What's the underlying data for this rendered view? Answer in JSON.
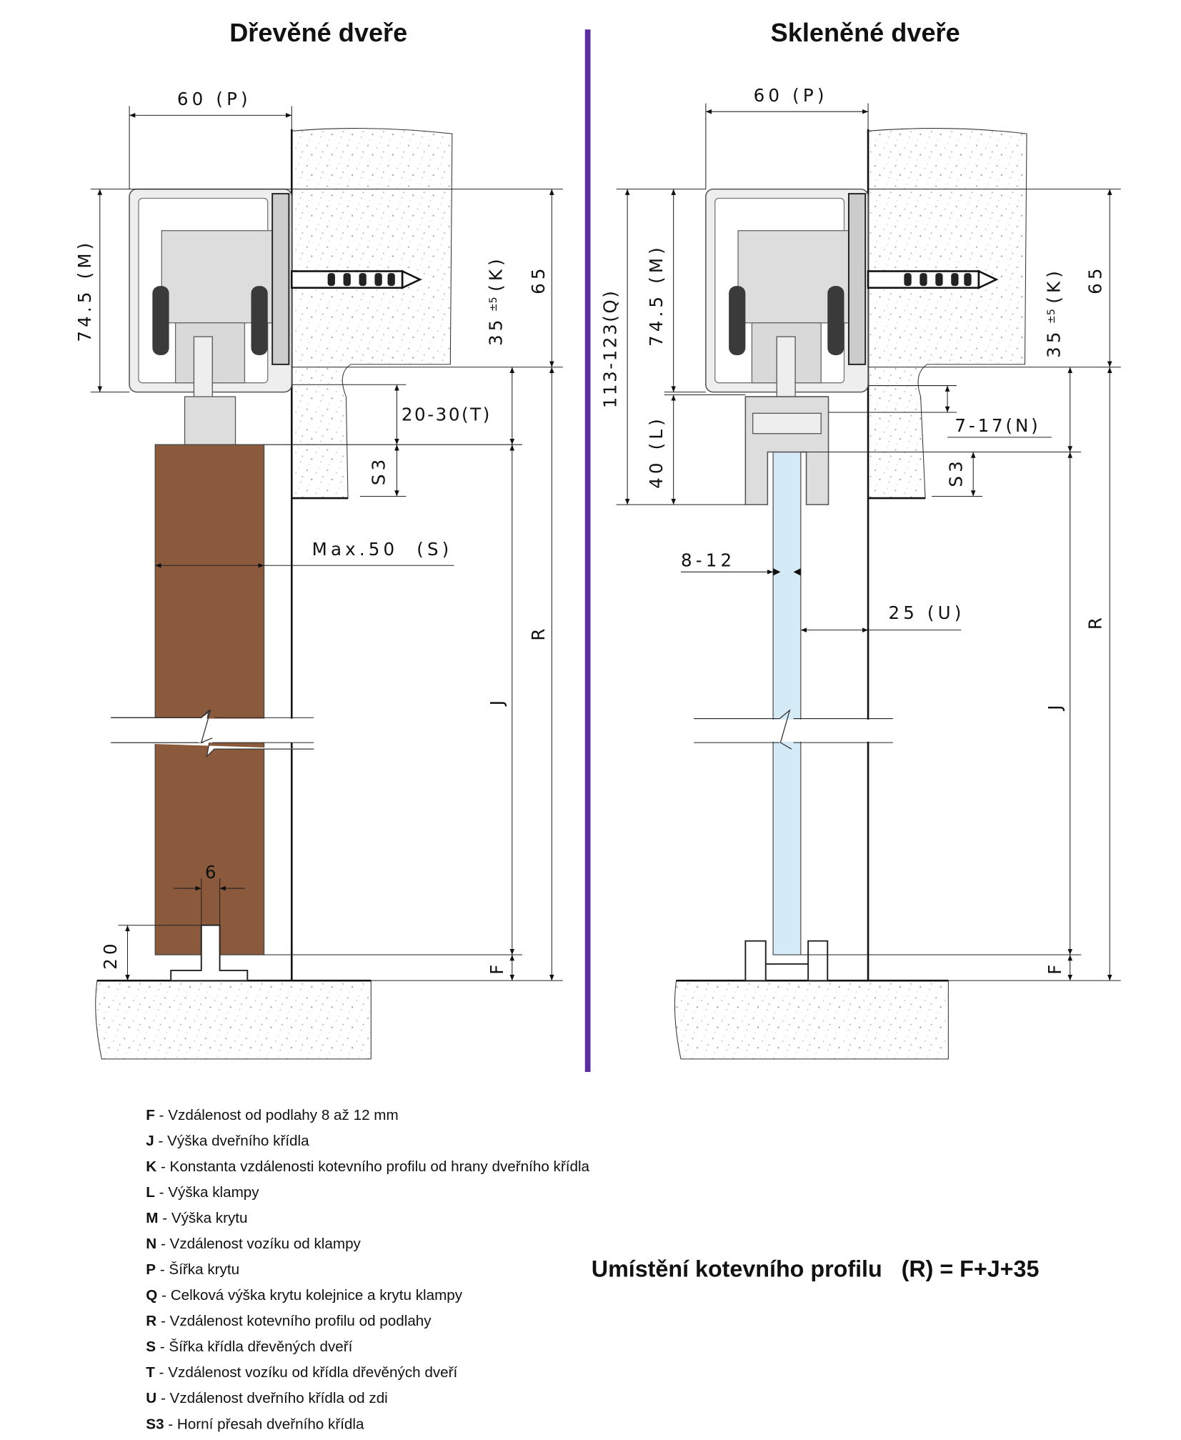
{
  "titles": {
    "wood": "Dřevěné dveře",
    "glass": "Skleněné dveře"
  },
  "wood_dims": {
    "P": "60 (P)",
    "M": "74.5 (M)",
    "K": "35",
    "K_tol": "±5",
    "K_label": "(K)",
    "h65": "65",
    "T": "20-30(T)",
    "S3": "S3",
    "S": "Max.50  (S)",
    "J": "J",
    "R": "R",
    "F": "F",
    "six": "6",
    "twenty": "20"
  },
  "glass_dims": {
    "P": "60 (P)",
    "Q": "113-123(Q)",
    "M": "74.5 (M)",
    "L": "40 (L)",
    "h65": "65",
    "K": "35",
    "K_tol": "±5",
    "K_label": "(K)",
    "N": "7-17(N)",
    "S3": "S3",
    "thick": "8-12",
    "U": "25 (U)",
    "R": "R",
    "J": "J",
    "F": "F"
  },
  "legend": [
    {
      "key": "F",
      "text": " - Vzdálenost od podlahy 8 až 12 mm"
    },
    {
      "key": "J",
      "text": " - Výška dveřního křídla"
    },
    {
      "key": "K",
      "text": " - Konstanta vzdálenosti kotevního profilu od hrany dveřního křídla"
    },
    {
      "key": "L",
      "text": " - Výška klampy"
    },
    {
      "key": "M",
      "text": " - Výška krytu"
    },
    {
      "key": "N",
      "text": " - Vzdálenost vozíku od klampy"
    },
    {
      "key": "P",
      "text": " - Šířka krytu"
    },
    {
      "key": "Q",
      "text": " - Celková výška krytu kolejnice a krytu klampy"
    },
    {
      "key": "R",
      "text": " - Vzdálenost kotevního profilu od podlahy"
    },
    {
      "key": "S",
      "text": " - Šířka křídla dřevěných dveří"
    },
    {
      "key": "T",
      "text": " - Vzdálenost vozíku od křídla dřevěných dveří"
    },
    {
      "key": "U",
      "text": " - Vzdálenost dveřního křídla od zdi"
    },
    {
      "key": "S3",
      "text": " - Horní přesah dveřního křídla"
    }
  ],
  "formula": "Umístění kotevního profilu   (R) = F+J+35",
  "colors": {
    "divider": "#5B2D9E",
    "wood": "#8B5A3C",
    "glass": "#D4EAF6",
    "metal": "#D9D9D9",
    "wheel": "#3A3A3A"
  }
}
